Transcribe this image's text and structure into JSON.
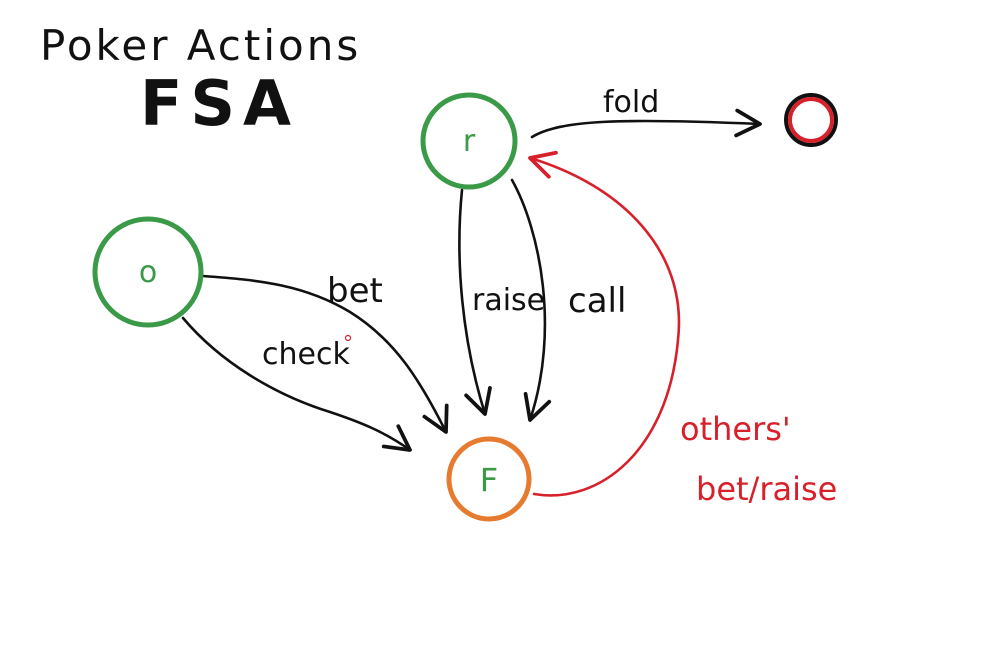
{
  "title": "Poker Actions",
  "subtitle": "FSA",
  "colors": {
    "ink": "#111111",
    "green": "#3a9a48",
    "orange": "#e67a2e",
    "red": "#d8202a",
    "node_fill": "#ffffff"
  },
  "nodes": {
    "o": {
      "label": "o"
    },
    "r": {
      "label": "r"
    },
    "f": {
      "label": "F"
    },
    "end": {
      "label": ""
    }
  },
  "edges": {
    "fold": {
      "label": "fold"
    },
    "bet": {
      "label": "bet"
    },
    "check": {
      "label": "check"
    },
    "raise": {
      "label": "raise"
    },
    "call": {
      "label": "call"
    },
    "others": {
      "label_line1": "others'",
      "label_line2": "bet/raise"
    }
  }
}
